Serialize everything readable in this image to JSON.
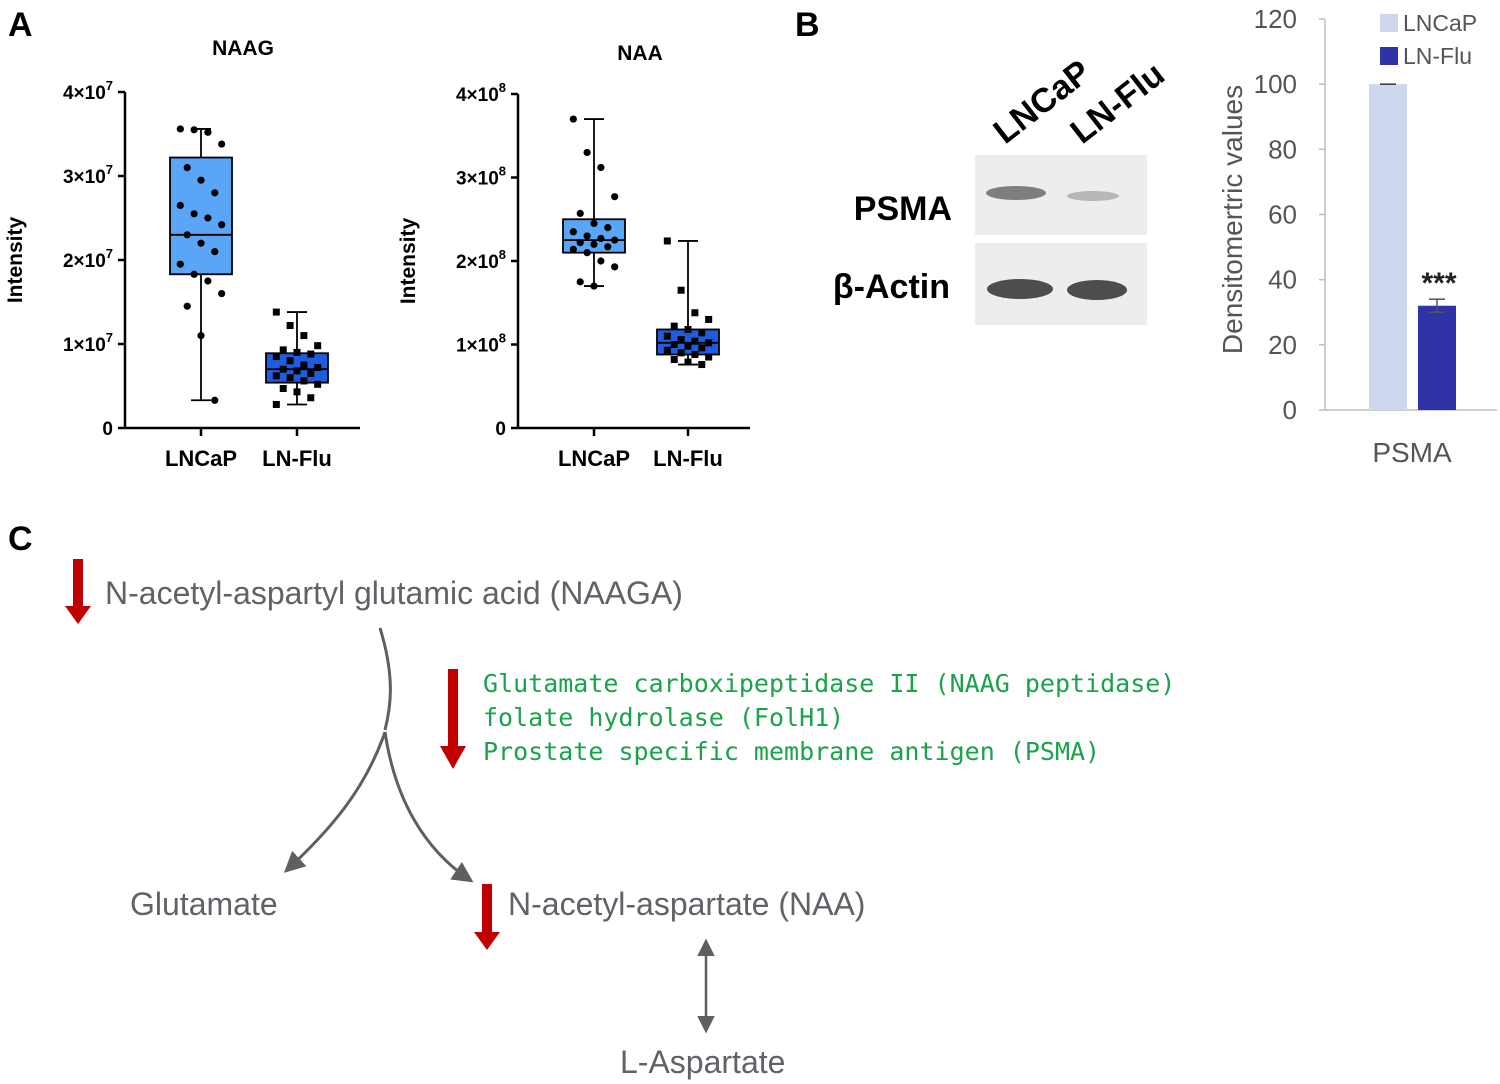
{
  "panels": {
    "a": "A",
    "b": "B",
    "c": "C"
  },
  "chart_data": [
    {
      "type": "box",
      "title": "NAAG",
      "ylabel": "Intensity",
      "categories": [
        "LNCaP",
        "LN-Flu"
      ],
      "ylim": [
        0,
        40000000
      ],
      "ytick_labels": [
        "0",
        "1×10",
        "2×10",
        "3×10",
        "4×10"
      ],
      "ytick_exponent": "7",
      "colors": [
        "#5aa5f5",
        "#1f5de0"
      ],
      "boxes": [
        {
          "min": 3300000,
          "q1": 18300000,
          "median": 23000000,
          "q3": 32200000,
          "max": 35600000
        },
        {
          "min": 2800000,
          "q1": 5400000,
          "median": 7000000,
          "q3": 8900000,
          "max": 13800000
        }
      ],
      "points": [
        [
          35600000,
          35500000,
          35200000,
          33800000,
          31000000,
          29500000,
          28000000,
          26500000,
          25500000,
          25000000,
          24200000,
          23000000,
          22000000,
          21000000,
          19500000,
          18300000,
          17500000,
          16000000,
          14500000,
          11000000,
          3300000
        ],
        [
          13800000,
          12200000,
          11000000,
          9800000,
          9300000,
          9000000,
          8800000,
          8500000,
          8000000,
          7500000,
          7200000,
          7000000,
          6800000,
          6500000,
          6200000,
          6000000,
          5600000,
          5200000,
          4700000,
          4300000,
          3600000,
          2800000
        ]
      ]
    },
    {
      "type": "box",
      "title": "NAA",
      "ylabel": "Intensity",
      "categories": [
        "LNCaP",
        "LN-Flu"
      ],
      "ylim": [
        0,
        400000000
      ],
      "ytick_labels": [
        "0",
        "1×10",
        "2×10",
        "3×10",
        "4×10"
      ],
      "ytick_exponent": "8",
      "colors": [
        "#5aa5f5",
        "#1f5de0"
      ],
      "boxes": [
        {
          "min": 170000000,
          "q1": 210000000,
          "median": 225000000,
          "q3": 250000000,
          "max": 370000000
        },
        {
          "min": 76000000,
          "q1": 88000000,
          "median": 102000000,
          "q3": 118000000,
          "max": 224000000
        }
      ],
      "points": [
        [
          370000000,
          330000000,
          312000000,
          277000000,
          257000000,
          245000000,
          240000000,
          235000000,
          230000000,
          227000000,
          225000000,
          222000000,
          220000000,
          217000000,
          214000000,
          210000000,
          200000000,
          193000000,
          175000000,
          170000000
        ],
        [
          224000000,
          165000000,
          138000000,
          130000000,
          122000000,
          118000000,
          114000000,
          110000000,
          106000000,
          104000000,
          102000000,
          100000000,
          98000000,
          96000000,
          93000000,
          90000000,
          88000000,
          85000000,
          82000000,
          79000000,
          76000000
        ]
      ]
    },
    {
      "type": "bar",
      "ylabel": "Densitomertric values",
      "categories": [
        "PSMA"
      ],
      "ylim": [
        0,
        120
      ],
      "yticks": [
        "0",
        "20",
        "40",
        "60",
        "80",
        "100",
        "120"
      ],
      "series": [
        {
          "name": "LNCaP",
          "values": [
            100
          ],
          "error": [
            0
          ],
          "color": "#cdd8ee"
        },
        {
          "name": "LN-Flu",
          "values": [
            32
          ],
          "error": [
            2
          ],
          "color": "#3033a8"
        }
      ],
      "annotation": "***",
      "legend": "top-right"
    }
  ],
  "blot": {
    "lanes": [
      "LNCaP",
      "LN-Flu"
    ],
    "rows": [
      "PSMA",
      "β-Actin"
    ]
  },
  "pathway": {
    "naaga": "N-acetyl-aspartyl glutamic acid (NAAGA)",
    "enzyme_lines": [
      "Glutamate carboxipeptidase II (NAAG peptidase)",
      "folate hydrolase (FolH1)",
      "Prostate specific membrane antigen (PSMA)"
    ],
    "glutamate": "Glutamate",
    "naa": "N-acetyl-aspartate (NAA)",
    "aspartate": "L-Aspartate",
    "colors": {
      "down_arrow": "#c00000",
      "enzyme_text": "#1aa34a",
      "text": "#5f6368"
    }
  }
}
